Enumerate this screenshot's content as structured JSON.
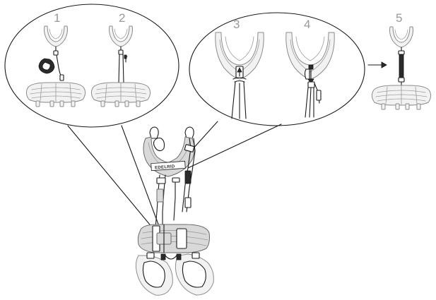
{
  "figure": {
    "steps": [
      "1",
      "2",
      "3",
      "4",
      "5"
    ],
    "brand_text": "EDELRID",
    "arrow_icon": "right-arrow-icon"
  }
}
